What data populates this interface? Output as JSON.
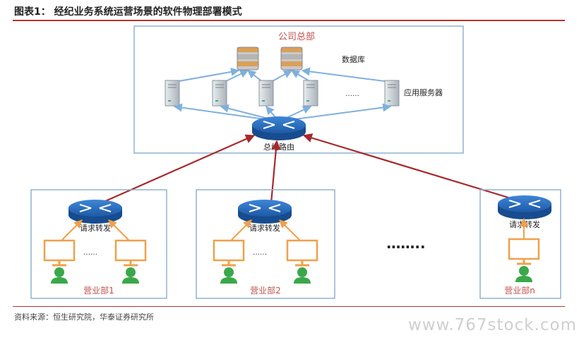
{
  "figure_title": "图表1：  经纪业务系统运营场景的软件物理部署模式",
  "source": "资料来源：恒生研究院，华泰证券研究所",
  "watermark": "www.767stock.com",
  "hq": {
    "title": "公司总部",
    "database_label": "数据库",
    "app_server_label": "应用服务器",
    "server_ellipsis": "……",
    "main_router_label": "总线路由"
  },
  "branches": [
    {
      "name": "营业部1",
      "router_label": "请求转发",
      "ellipsis": "……"
    },
    {
      "name": "营业部2",
      "router_label": "请求转发",
      "ellipsis": "……"
    },
    {
      "name": "营业部n",
      "router_label": "请求转发"
    }
  ],
  "between_branches": "……..",
  "colors": {
    "accent_red": "#b8332e",
    "box_border": "#8fb3cf",
    "router_blue": "#1f5fb0",
    "link_blue": "#7fb0de",
    "link_red": "#a8282a",
    "terminal_orange": "#f0a04a",
    "user_green": "#3aa84a"
  }
}
